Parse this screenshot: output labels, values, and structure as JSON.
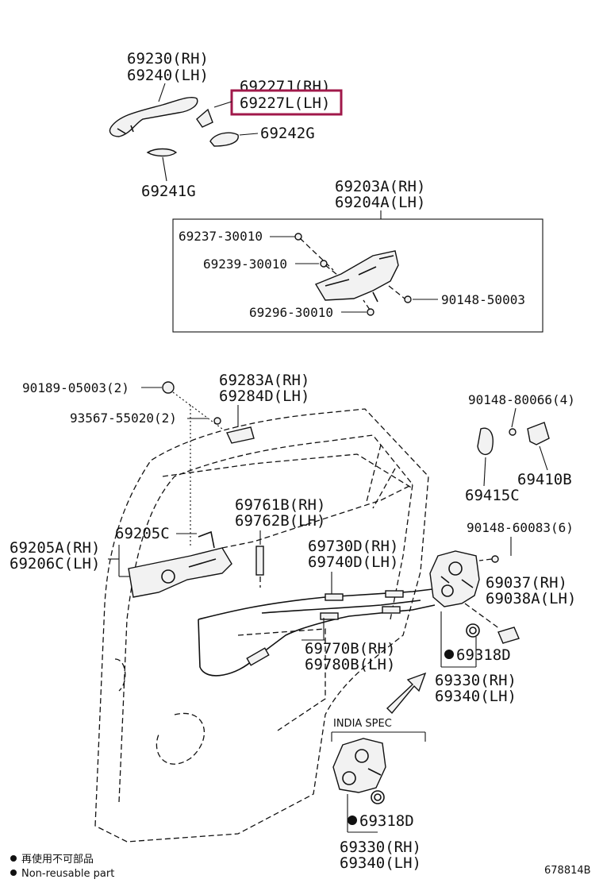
{
  "parts": {
    "handle_rh": "69230(RH)",
    "handle_lh": "69240(LH)",
    "cover_rh": "69227J(RH)",
    "cover_lh": "69227L(LH)",
    "pad_242g": "69242G",
    "pad_241g": "69241G",
    "frame_rh": "69203A(RH)",
    "frame_lh": "69204A(LH)",
    "screw_237": "69237-30010",
    "screw_239": "69239-30010",
    "screw_296": "69296-30010",
    "bolt_90148_50003": "90148-50003",
    "clip_90189": "90189-05003(2)",
    "screw_93567": "93567-55020(2)",
    "cover_283a": "69283A(RH)",
    "cover_284d": "69284D(LH)",
    "bolt_90148_80066": "90148-80066(4)",
    "striker_415c": "69415C",
    "striker_410b": "69410B",
    "rod_761b": "69761B(RH)",
    "rod_762b": "69762B(LH)",
    "inner_205c": "69205C",
    "inner_205a": "69205A(RH)",
    "inner_206c": "69206C(LH)",
    "cable_730d": "69730D(RH)",
    "cable_740d": "69740D(LH)",
    "bolt_90148_60083": "90148-60083(6)",
    "lock_037": "69037(RH)",
    "lock_038a": "69038A(LH)",
    "cable_770b": "69770B(RH)",
    "cable_780b": "69780B(LH)",
    "washer_318d": "69318D",
    "washer_318d_india": "69318D",
    "lock_330": "69330(RH)",
    "lock_340": "69340(LH)",
    "lock_330_india": "69330(RH)",
    "lock_340_india": "69340(LH)",
    "india_spec": "INDIA SPEC"
  },
  "legend": {
    "line1": "再使用不可部品",
    "line2": "Non-reusable part"
  },
  "diagram_id": "678814B",
  "highlight_color": "#a0184a"
}
